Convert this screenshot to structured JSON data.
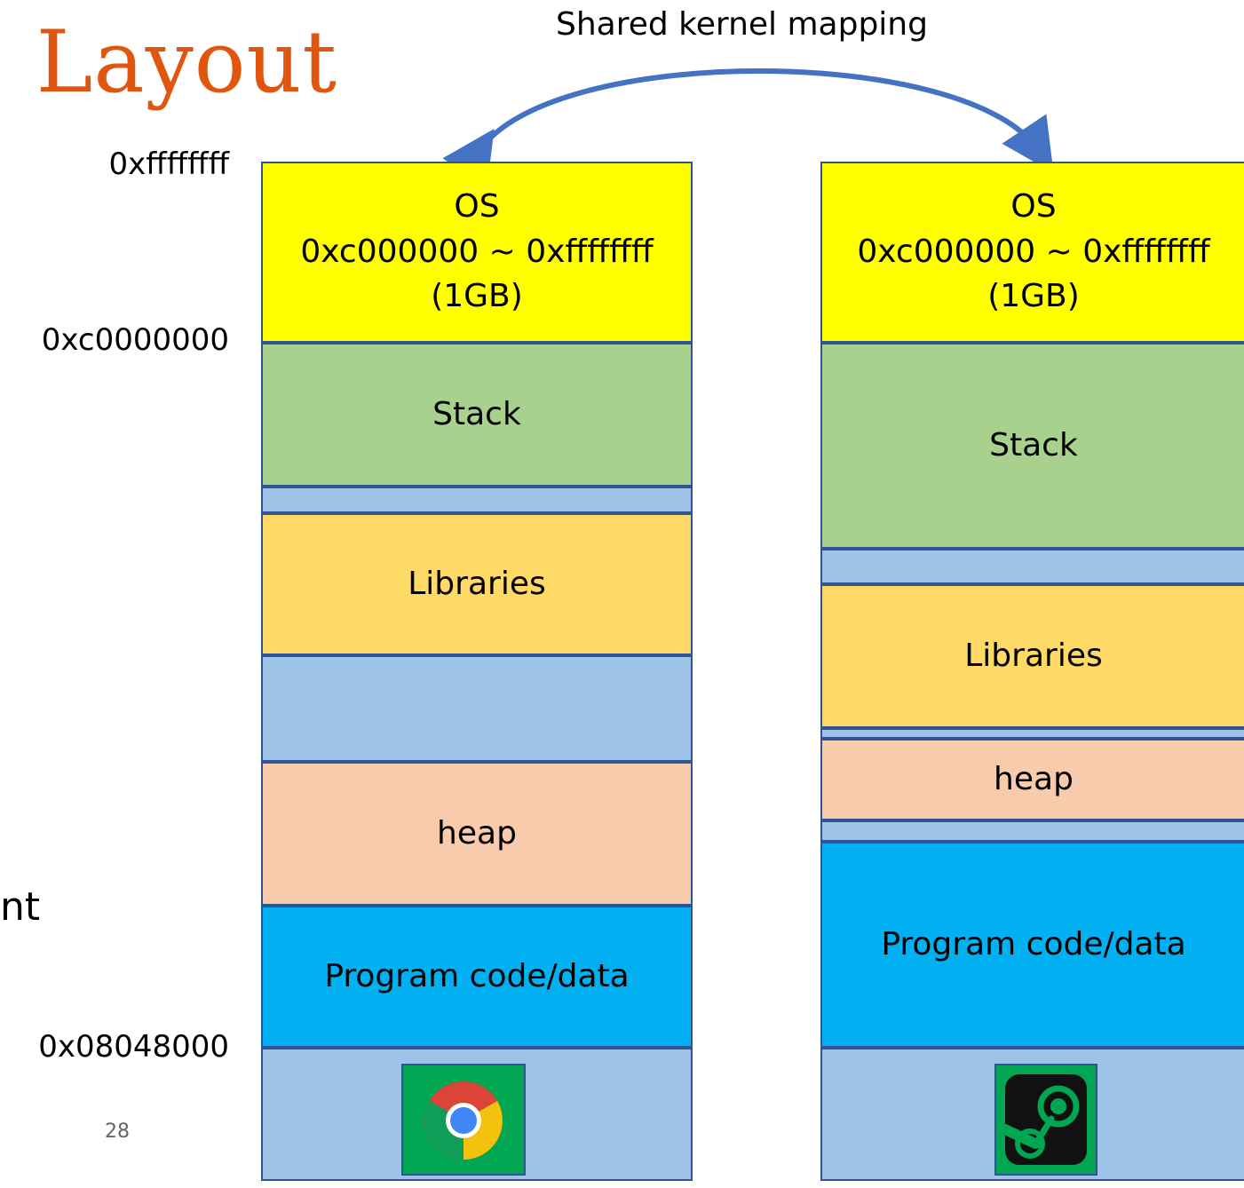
{
  "title": "Layout",
  "partial_text": "nt",
  "page_number": "28",
  "arrow_label": "Shared kernel mapping",
  "addresses": {
    "top": "0xffffffff",
    "kernel_start": "0xc0000000",
    "program_start": "0x08048000"
  },
  "process_left": {
    "app_icon": "chrome-icon",
    "segments": {
      "os": "OS\n0xc000000 ~ 0xffffffff\n(1GB)",
      "stack": "Stack",
      "libraries": "Libraries",
      "heap": "heap",
      "program": "Program code/data"
    }
  },
  "process_right": {
    "app_icon": "steam-icon",
    "segments": {
      "os": "OS\n0xc000000 ~ 0xffffffff\n(1GB)",
      "stack": "Stack",
      "libraries": "Libraries",
      "heap": "heap",
      "program": "Program code/data"
    }
  },
  "colors": {
    "title": "#e0560f",
    "os": "#ffff00",
    "stack": "#a9d18e",
    "gap": "#9dc3e6",
    "libraries": "#ffd966",
    "heap": "#f8cbad",
    "program": "#00b0f0",
    "border": "#2f5597",
    "arrow": "#4472c4"
  }
}
